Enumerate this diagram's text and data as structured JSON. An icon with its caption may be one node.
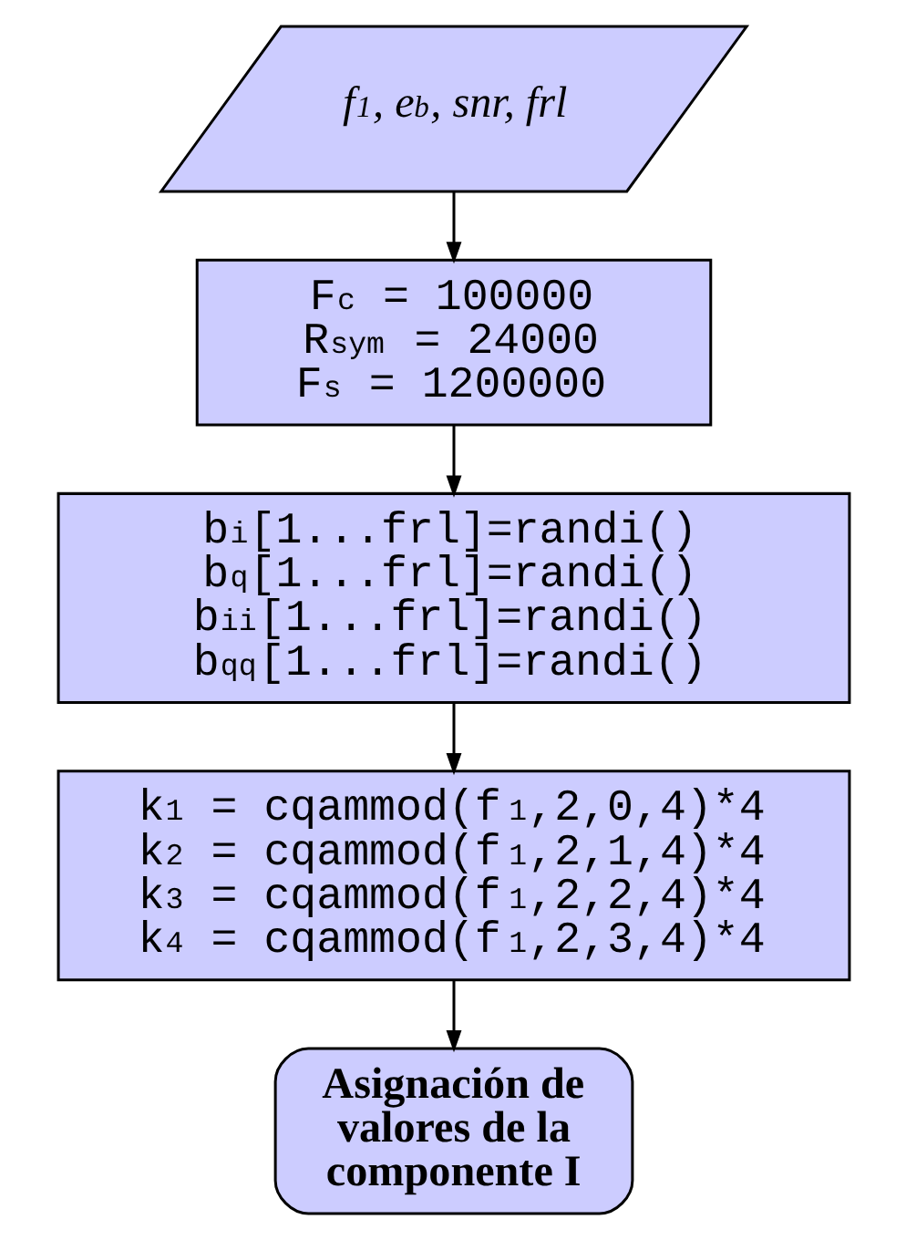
{
  "diagram": {
    "nodes": [
      {
        "text": [
          "f$_{1}$, e$_{b}$, snr, frl"
        ]
      },
      {
        "text": [
          "F$_{c}$ = 100000",
          "R$_{sym}$ = 24000",
          "F$_{s}$ = 1200000"
        ]
      },
      {
        "text": [
          "b$_{i}$[1...frl]=randi()",
          "b$_{q}$[1...frl]=randi()",
          "b$_{ii}$[1...frl]=randi()",
          "b$_{qq}$[1...frl]=randi()"
        ]
      },
      {
        "text": [
          "k$_{1}$ = cqammod(f$_{1}$,2,0,4)*4",
          "k$_{2}$ = cqammod(f$_{1}$,2,1,4)*4",
          "k$_{3}$ = cqammod(f$_{1}$,2,2,4)*4",
          "k$_{4}$ = cqammod(f$_{1}$,2,3,4)*4"
        ]
      },
      {
        "text": [
          "Asignación de valores de la componente I"
        ]
      }
    ],
    "edges": [
      {
        "from": 0,
        "to": 1,
        "arrow": "to"
      },
      {
        "from": 1,
        "to": 2,
        "arrow": "to"
      },
      {
        "from": 2,
        "to": 3,
        "arrow": "to"
      },
      {
        "from": 3,
        "to": 4,
        "arrow": "to"
      }
    ]
  }
}
